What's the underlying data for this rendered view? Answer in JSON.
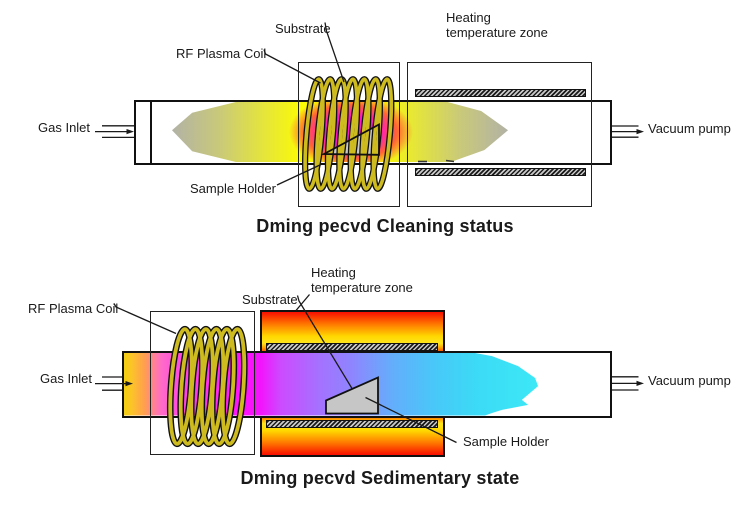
{
  "diagram_top": {
    "caption": "Dming pecvd Cleaning status",
    "labels": {
      "substrate": "Substrate",
      "rf_plasma_coil": "RF Plasma Coil",
      "heating_zone": "Heating\ntemperature zone",
      "gas_inlet": "Gas Inlet",
      "vacuum_pump": "Vacuum pump",
      "sample_holder": "Sample Holder"
    }
  },
  "diagram_bottom": {
    "caption": "Dming pecvd Sedimentary state",
    "labels": {
      "substrate": "Substrate",
      "rf_plasma_coil": "RF Plasma Coil",
      "heating_zone": "Heating\ntemperature zone",
      "gas_inlet": "Gas Inlet",
      "vacuum_pump": "Vacuum pump",
      "sample_holder": "Sample Holder"
    }
  },
  "colors": {
    "coil_wire": "#cdbb1f",
    "plasma_magenta": "#ff10d8",
    "plasma_yellow": "#fafa06",
    "residue_gray": "#b2b2a6",
    "deposition_cyan": "#3cdaf6",
    "heater_red": "#f90f00",
    "heater_yellow": "#ffd800",
    "sample_holder_gray": "#c6c6c6"
  }
}
